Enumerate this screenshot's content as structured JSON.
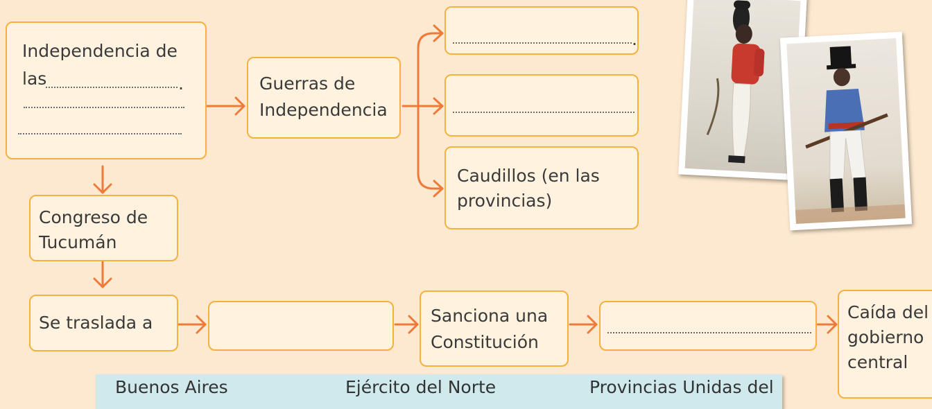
{
  "boxes": {
    "independencia": {
      "line1": "Independencia de",
      "line2": "las"
    },
    "guerras": {
      "line1": "Guerras de",
      "line2": "Independencia"
    },
    "caudillos": {
      "line1": "Caudillos (en las",
      "line2": "provincias)"
    },
    "congreso": {
      "line1": "Congreso de",
      "line2": "Tucumán"
    },
    "traslada": {
      "label": "Se traslada a"
    },
    "sanciona": {
      "line1": "Sanciona una",
      "line2": "Constitución"
    },
    "caida": {
      "line1": "Caída del",
      "line2": "gobierno",
      "line3": "central"
    }
  },
  "word_bank": [
    "Buenos Aires",
    "Ejército del Norte",
    "Provincias Unidas del"
  ],
  "colors": {
    "arrow": "#ee7a3a",
    "box_border": "#f6b03c",
    "box_fill": "#fff3e0",
    "background": "#fde9cf",
    "word_bank_fill": "#cfe9ec"
  }
}
